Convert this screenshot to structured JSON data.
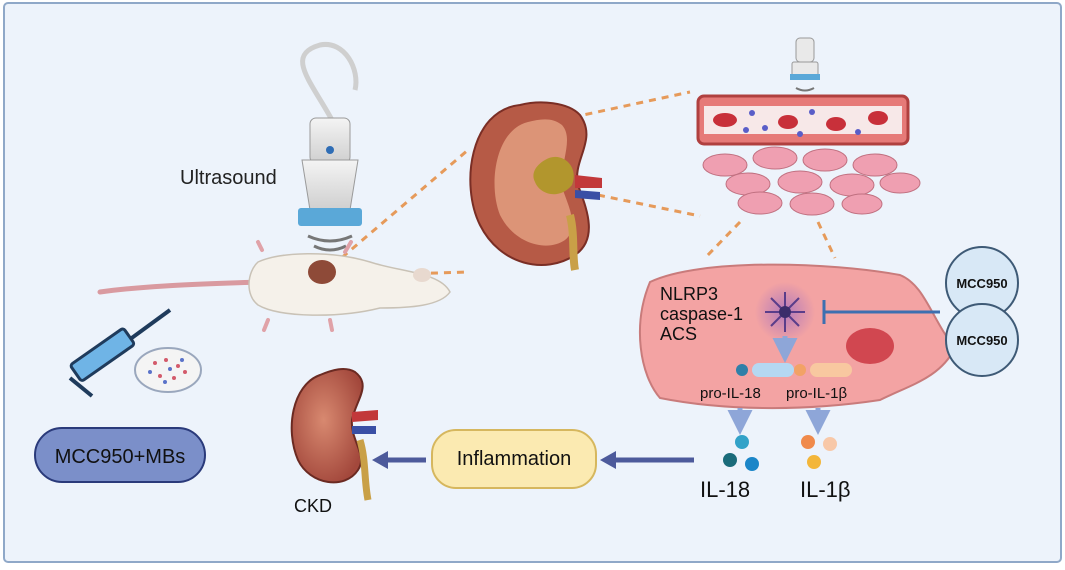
{
  "labels": {
    "ultrasound": "Ultrasound",
    "nlrp3": "NLRP3",
    "caspase1": "caspase-1",
    "acs": "ACS",
    "pro_il18": "pro-IL-18",
    "pro_il1b": "pro-IL-1β",
    "il18": "IL-18",
    "il1b": "IL-1β",
    "inflammation": "Inflammation",
    "ckd": "CKD",
    "drug_combo": "MCC950+MBs",
    "inhibitor_1": "MCC950",
    "inhibitor_2": "MCC950"
  },
  "colors": {
    "background": "#edf3fb",
    "frame": "#8fa8c8",
    "cell_fill": "#f3a3a3",
    "drug_bubble": "#d8e8f6",
    "pill_fill": "#7b8fc9",
    "inflammation_fill": "#fbeab1",
    "arrow": "#4d5a9b",
    "inhibit_line": "#3d6fb0",
    "dash": "#e69a5a"
  }
}
